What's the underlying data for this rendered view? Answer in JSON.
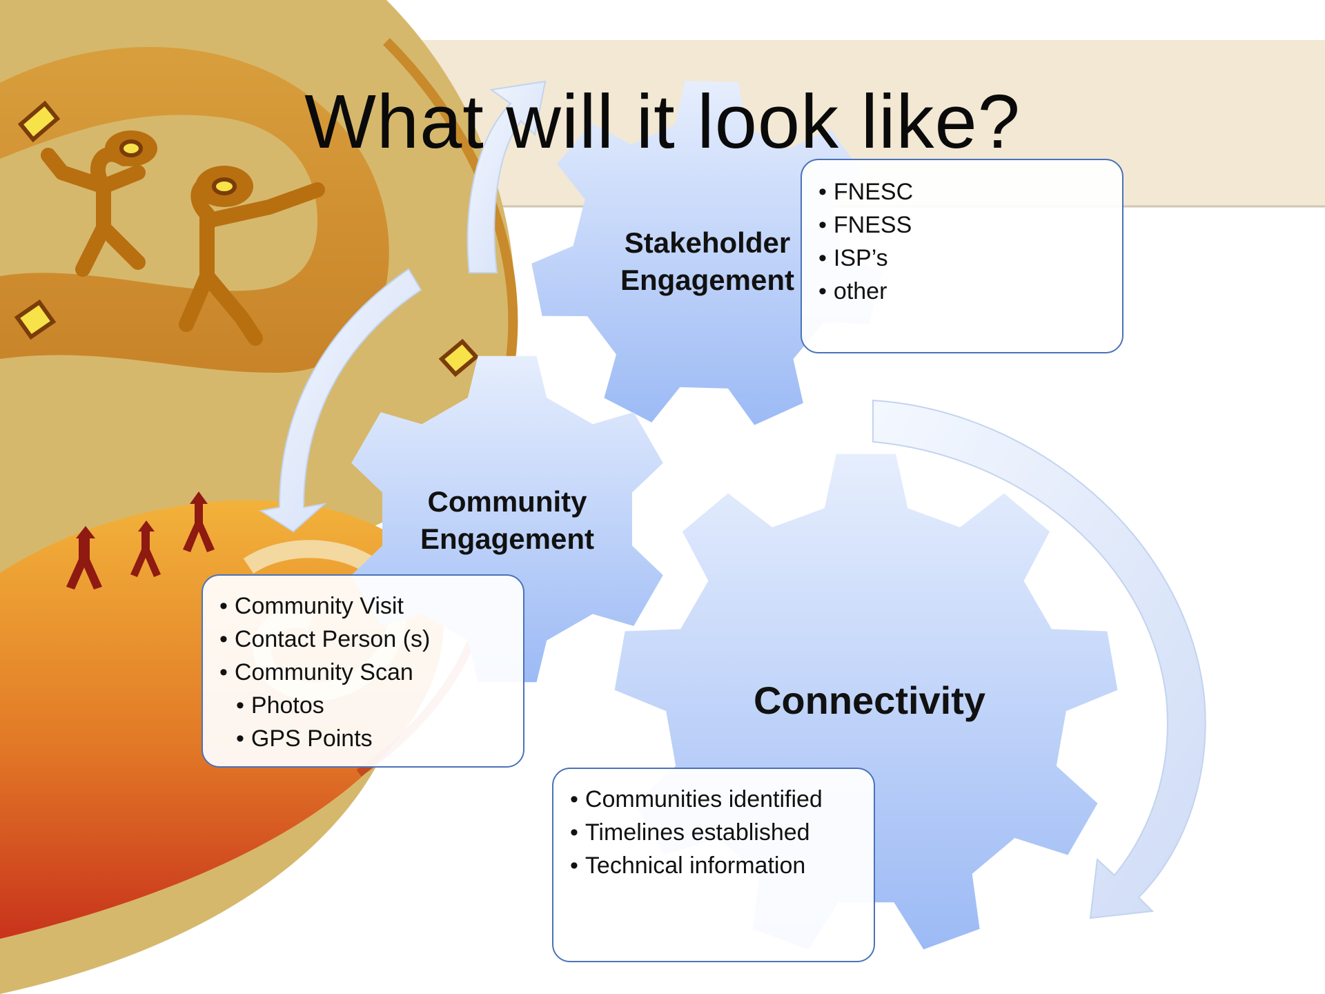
{
  "slide": {
    "title": "What will it look like?"
  },
  "gears": {
    "stakeholder": {
      "line1": "Stakeholder",
      "line2": "Engagement"
    },
    "community": {
      "line1": "Community",
      "line2": "Engagement"
    },
    "connectivity": {
      "label": "Connectivity"
    }
  },
  "boxes": {
    "stakeholder_items": [
      "FNESC",
      "FNESS",
      "ISP’s",
      "other"
    ],
    "community_items": [
      "Community Visit",
      "Contact Person (s)",
      "Community Scan"
    ],
    "community_subitems": [
      "Photos",
      "GPS Points"
    ],
    "connectivity_items": [
      "Communities identified",
      "Timelines established",
      "Technical information"
    ]
  },
  "colors": {
    "gear_light": "#e4edfd",
    "gear_dark": "#9dbbf5",
    "box_border": "#4a72b8",
    "banner": "#f2e8d3",
    "swirl_tan": "#d2ad62",
    "swirl_orange": "#e0842c",
    "swirl_red": "#c8331c"
  }
}
